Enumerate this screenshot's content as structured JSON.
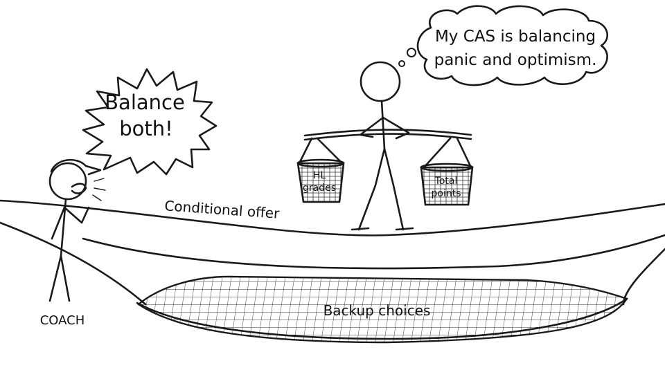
{
  "coach": {
    "shout_line1": "Balance",
    "shout_line2": "both!",
    "label": "COACH"
  },
  "walker": {
    "thought_line1": "My CAS is balancing",
    "thought_line2": "panic and optimism."
  },
  "baskets": {
    "left_line1": "HL",
    "left_line2": "grades",
    "right_line1": "Total",
    "right_line2": "points"
  },
  "rope": {
    "label": "Conditional offer"
  },
  "net": {
    "label": "Backup choices"
  }
}
